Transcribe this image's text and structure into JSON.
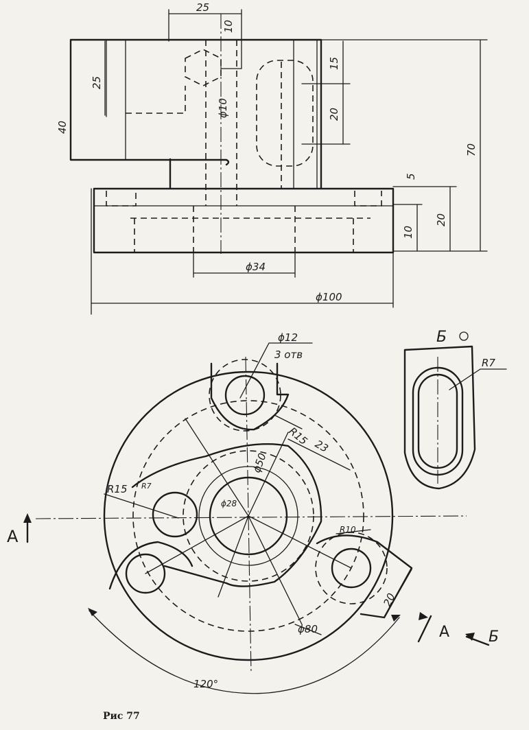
{
  "front_view": {
    "dims": {
      "d25_top": "25",
      "d10_top": "10",
      "d25_left": "25",
      "d40_left": "40",
      "d10_dia": "ϕ10",
      "d15_right": "15",
      "d20_right": "20",
      "d70": "70",
      "d5": "5",
      "d20_base": "20",
      "d10_base": "10",
      "d34": "ϕ34",
      "d100": "ϕ100"
    }
  },
  "plan_view": {
    "dims": {
      "holes_dia": "ϕ12",
      "holes_count": "3 отв",
      "r15_top": "R15",
      "d23": "23",
      "d50": "ϕ50",
      "r15_left": "R15",
      "r7_small": "R7",
      "d28": "ϕ28",
      "r10": "R10",
      "d20": "20",
      "d80": "ϕ80",
      "angle120": "120°"
    },
    "section_left": "A",
    "section_right": "A",
    "view_arrow": "Б"
  },
  "view_b": {
    "title": "Б",
    "r7": "R7"
  },
  "caption": "Рис 77"
}
